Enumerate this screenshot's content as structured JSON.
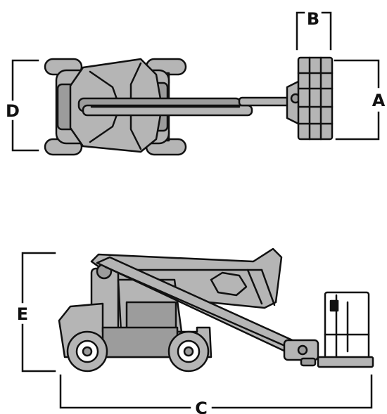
{
  "diagram": {
    "labels": {
      "a": "A",
      "b": "B",
      "c": "C",
      "d": "D",
      "e": "E"
    }
  },
  "colors": {
    "line": "#111111",
    "fill": "#b5b5b5",
    "fill_dark": "#9c9c9c",
    "background": "#ffffff"
  }
}
